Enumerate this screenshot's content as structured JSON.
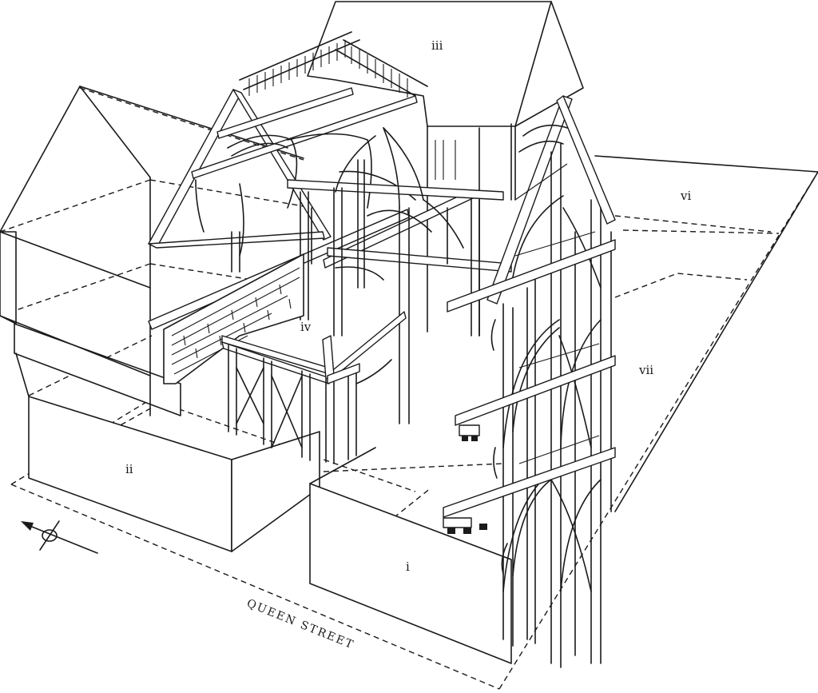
{
  "labels": {
    "i": "i",
    "ii": "ii",
    "iii": "iii",
    "iv": "iv",
    "vi": "vi",
    "vii": "vii"
  },
  "street": "QUEEN STREET",
  "icons": {
    "north": "north-arrow-icon"
  }
}
